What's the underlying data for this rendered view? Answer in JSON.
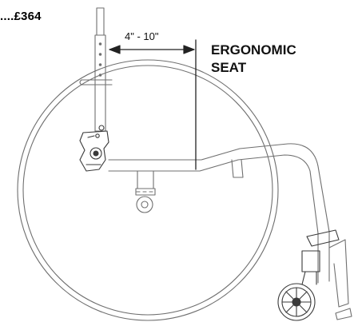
{
  "price_tag": {
    "dots": "....",
    "amount": "£364"
  },
  "dimension": {
    "range_label": "4\" - 10\""
  },
  "feature_label": {
    "line1": "ERGONOMIC",
    "line2": "SEAT"
  },
  "colors": {
    "line": "#6f6f6f",
    "dark": "#3a3a3a",
    "text": "#111111"
  }
}
